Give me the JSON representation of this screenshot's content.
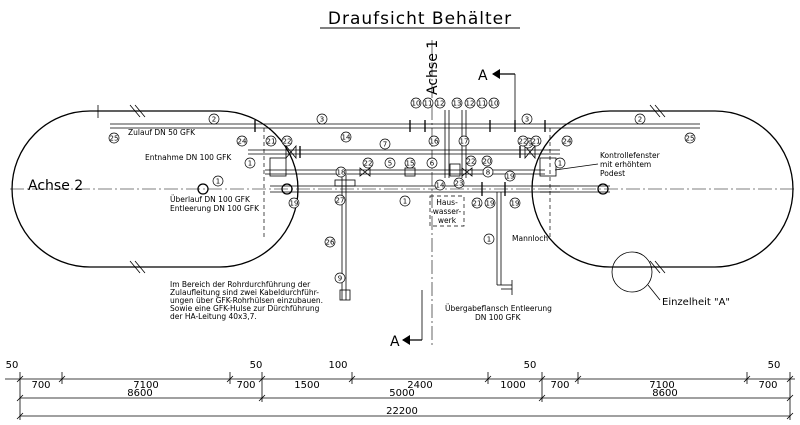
{
  "title": "Draufsicht Behälter",
  "axis1_label": "Achse 1",
  "axis2_label": "Achse 2",
  "section_mark": "A",
  "labels": {
    "zulauf": "Zulauf DN 50 GFK",
    "entnahme": "Entnahme DN 100 GFK",
    "ueberlauf": "Überlauf DN 100 GFK",
    "entleerung": "Entleerung DN 100 GFK",
    "kontroll_1": "Kontrollefenster",
    "kontroll_2": "mit erhöhtem",
    "kontroll_3": "Podest",
    "hauswasser_1": "Haus-",
    "hauswasser_2": "wasser-",
    "hauswasser_3": "werk",
    "mannloch": "Mannloch",
    "uebergabe_1": "Übergabeflansch Entleerung",
    "uebergabe_2": "DN 100 GFK",
    "einzelheit": "Einzelheit \"A\""
  },
  "note_lines": [
    "Im Bereich der Rohrdurchführung der",
    "Zulaufleitung sind zwei Kabeldurchführ-",
    "ungen über GFK-Rohrhülsen einzubauen.",
    "Sowie eine GFK-Hulse zur Dürchführung",
    "der HA-Leitung 40x3,7."
  ],
  "item_numbers": [
    "1",
    "2",
    "3",
    "5",
    "6",
    "7",
    "8",
    "9",
    "10",
    "11",
    "12",
    "13",
    "14",
    "15",
    "16",
    "17",
    "18",
    "19",
    "20",
    "21",
    "22",
    "23",
    "24",
    "25",
    "26",
    "27"
  ],
  "dimensions": {
    "row1": [
      "50",
      "700",
      "7100",
      "700",
      "50",
      "1500",
      "100",
      "2400",
      "1000",
      "50",
      "700",
      "7100",
      "50",
      "700"
    ],
    "row2": [
      "8600",
      "5000",
      "8600"
    ],
    "total": "22200"
  }
}
